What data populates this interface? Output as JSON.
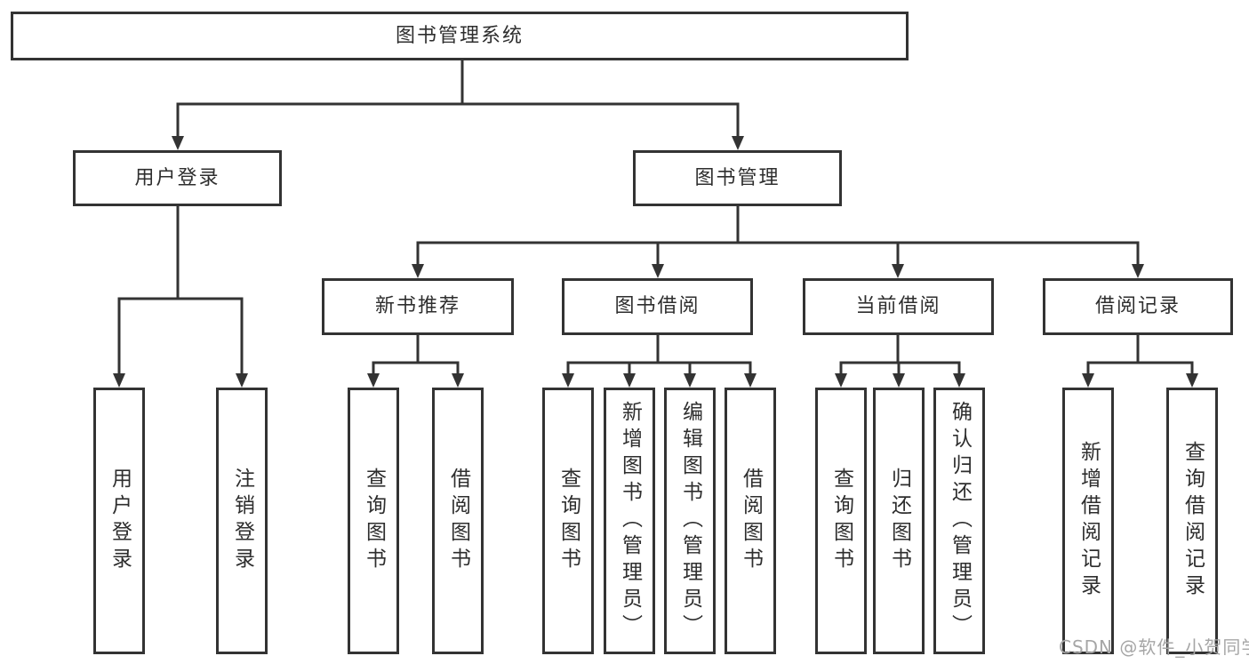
{
  "diagram": {
    "root": {
      "label": "图书管理系统"
    },
    "level2": [
      {
        "label": "用户登录"
      },
      {
        "label": "图书管理"
      }
    ],
    "level3": [
      {
        "label": "新书推荐"
      },
      {
        "label": "图书借阅"
      },
      {
        "label": "当前借阅"
      },
      {
        "label": "借阅记录"
      }
    ],
    "leaves": {
      "user_login": [
        "用户登录",
        "注销登录"
      ],
      "new_books": [
        "查询图书",
        "借阅图书"
      ],
      "book_borrow": [
        "查询图书",
        "新增图书（管理员）",
        "编辑图书（管理员）",
        "借阅图书"
      ],
      "current_borrow": [
        "查询图书",
        "归还图书",
        "确认归还（管理员）"
      ],
      "borrow_records": [
        "新增借阅记录",
        "查询借阅记录"
      ]
    }
  },
  "watermark": {
    "text": "CSDN @软件_小贺同学"
  },
  "colors": {
    "line": "#333333",
    "text": "#2e2e2e",
    "background": "#ffffff",
    "watermark": "#a6a6a6"
  }
}
